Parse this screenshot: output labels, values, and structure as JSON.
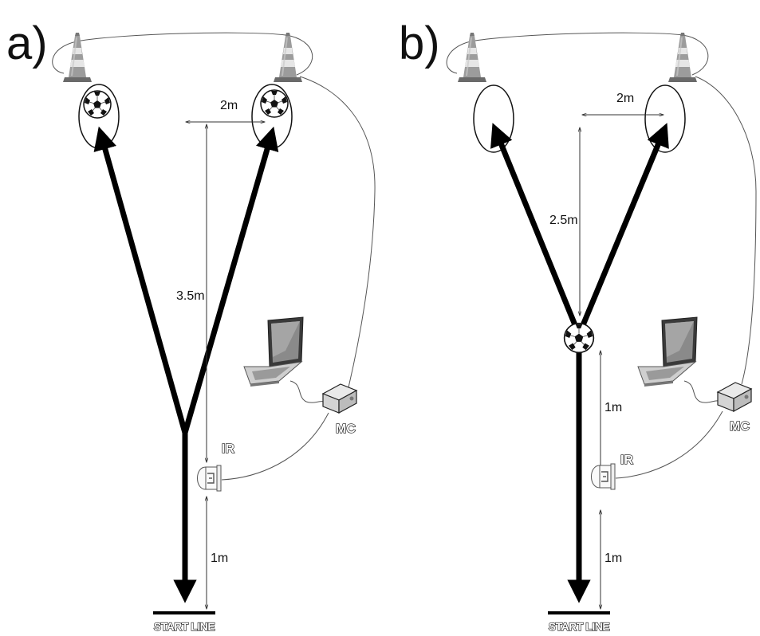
{
  "panels": [
    {
      "label": "a)",
      "distance_between_targets": "2m",
      "distance_to_targets": "3.5m",
      "distance_start_to_ir": "1m",
      "ir_label": "IR",
      "mc_label": "MC",
      "start_label": "START LINE"
    },
    {
      "label": "b)",
      "distance_between_targets": "2m",
      "distance_to_targets": "2.5m",
      "distance_ball_to_ir": "1m",
      "distance_start_to_ir": "1m",
      "ir_label": "IR",
      "mc_label": "MC",
      "start_label": "START LINE"
    }
  ],
  "icons": {
    "cone": "traffic-cone-icon",
    "ball": "soccer-ball-icon",
    "laptop": "laptop-icon",
    "sensor": "ir-sensor-icon",
    "controller": "microcontroller-box-icon"
  }
}
